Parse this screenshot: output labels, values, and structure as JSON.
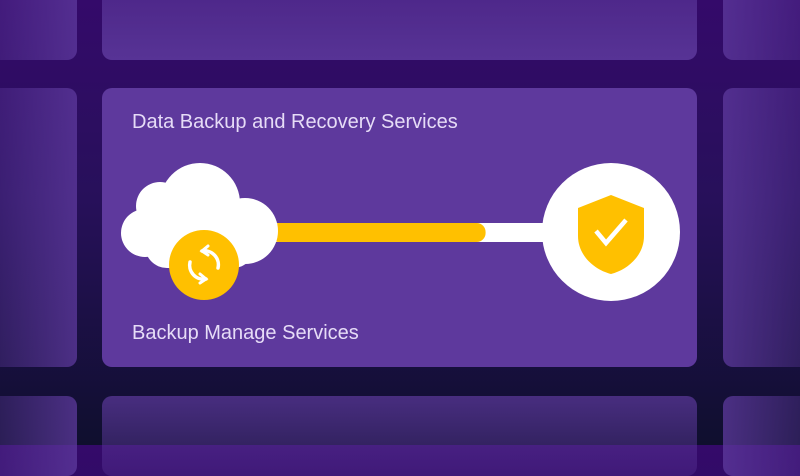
{
  "card": {
    "title": "Data Backup and Recovery Services",
    "subtitle": "Backup Manage Services"
  },
  "progress": {
    "fraction": 0.77,
    "fill_color": "#ffc000",
    "track_color": "#ffffff"
  },
  "icons": {
    "cloud": "cloud-icon",
    "sync": "sync-icon",
    "shield": "shield-check-icon"
  },
  "colors": {
    "card": "#5e399d",
    "accent": "#ffc000",
    "background": "#2a0c62"
  }
}
